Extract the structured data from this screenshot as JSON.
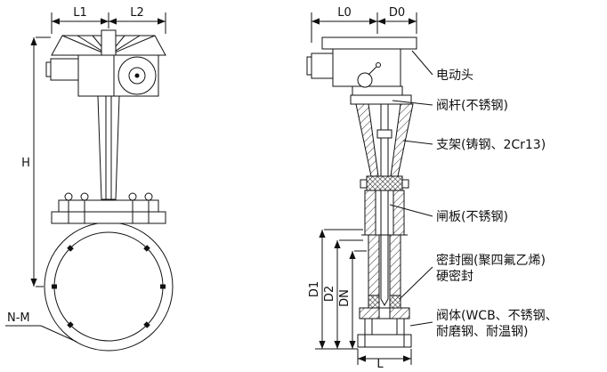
{
  "drawing": {
    "line_color": "#111111",
    "background": "#ffffff",
    "front_view": {
      "dim_l1": "L1",
      "dim_l2": "L2",
      "dim_h": "H",
      "dim_nm": "N-M"
    },
    "side_view": {
      "dim_l0": "L0",
      "dim_d0": "D0",
      "dim_d1": "D1",
      "dim_d2": "D2",
      "dim_dn": "DN",
      "dim_l": "L"
    },
    "callouts": {
      "actuator": "电动头",
      "stem": "阀杆(不锈钢)",
      "bracket": "支架(铸钢、2Cr13)",
      "gate": "闸板(不锈钢)",
      "seal_line1": "密封圈(聚四氟乙烯)",
      "seal_line2": "硬密封",
      "body_line1": "阀体(WCB、不锈钢、",
      "body_line2": "耐磨钢、耐温钢)"
    }
  }
}
